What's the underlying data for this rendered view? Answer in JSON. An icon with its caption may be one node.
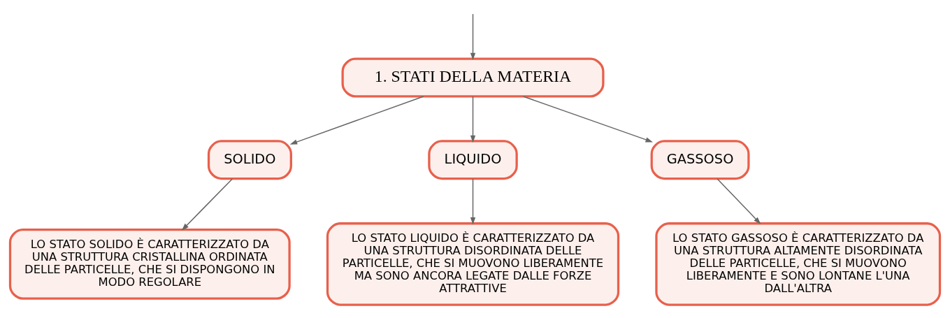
{
  "diagram": {
    "nodes": [
      {
        "text": [
          "1. STATI DELLA MATERIA"
        ]
      },
      {
        "text": [
          "SOLIDO"
        ]
      },
      {
        "text": [
          "LIQUIDO"
        ]
      },
      {
        "text": [
          "GASSOSO"
        ]
      },
      {
        "text": [
          "LO STATO SOLIDO È CARATTERIZZATO DA UNA STRUTTURA CRISTALLINA ORDINATA DELLE PARTICELLE, CHE SI DISPONGONO IN MODO REGOLARE"
        ]
      },
      {
        "text": [
          "LO STATO LIQUIDO È CARATTERIZZATO DA UNA STRUTTURA DISORDINATA DELLE PARTICELLE, CHE SI MUOVONO LIBERAMENTE MA SONO ANCORA LEGATE DALLE FORZE ATTRATTIVE"
        ]
      },
      {
        "text": [
          "LO STATO GASSOSO È CARATTERIZZATO DA UNA STRUTTURA ALTAMENTE DISORDINATA DELLE PARTICELLE, CHE SI MUOVONO LIBERAMENTE E SONO LONTANE L'UNA DALL'ALTRA"
        ]
      }
    ],
    "edges": [
      {
        "from": null,
        "to": 0,
        "arrow": "to"
      },
      {
        "from": 0,
        "to": 1,
        "arrow": "to"
      },
      {
        "from": 0,
        "to": 2,
        "arrow": "to"
      },
      {
        "from": 0,
        "to": 3,
        "arrow": "to"
      },
      {
        "from": 1,
        "to": 4,
        "arrow": "to"
      },
      {
        "from": 2,
        "to": 5,
        "arrow": "to"
      },
      {
        "from": 3,
        "to": 6,
        "arrow": "to"
      }
    ]
  }
}
